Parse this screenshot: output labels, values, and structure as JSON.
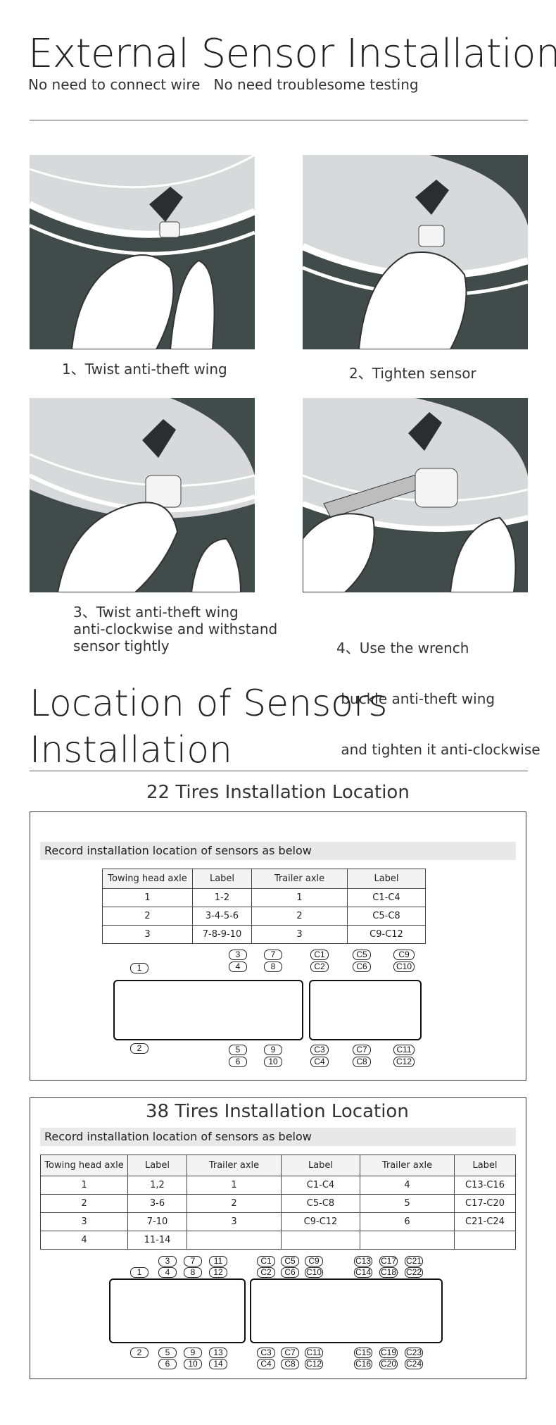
{
  "header": {
    "title": "External Sensor Installation",
    "subtitle": "No need to connect wire   No need troublesome testing"
  },
  "steps": [
    {
      "lines": [
        "1、Twist anti-theft wing"
      ]
    },
    {
      "lines": [
        "2、Tighten sensor"
      ]
    },
    {
      "lines": [
        "3、Twist anti-theft wing",
        "anti-clockwise and withstand",
        "sensor tightly"
      ]
    },
    {
      "lines": [
        "4、Use the wrench",
        " buckle anti-theft wing",
        " and tighten it anti-clockwise"
      ]
    }
  ],
  "location": {
    "title_line1": "Location of Sensors",
    "title_line2": "Installation"
  },
  "t22": {
    "heading": "22 Tires Installation Location",
    "note": "Record installation location of sensors as below",
    "headers": [
      "Towing head axle",
      "Label",
      "Trailer axle",
      "Label"
    ],
    "rows": [
      [
        "1",
        "1-2",
        "1",
        "C1-C4"
      ],
      [
        "2",
        "3-4-5-6",
        "2",
        "C5-C8"
      ],
      [
        "3",
        "7-8-9-10",
        "3",
        "C9-C12"
      ]
    ],
    "head_top": [
      "1"
    ],
    "head_top_pairs": [
      [
        "3",
        "4"
      ],
      [
        "7",
        "8"
      ]
    ],
    "trailer_top_pairs": [
      [
        "C1",
        "C2"
      ],
      [
        "C5",
        "C6"
      ],
      [
        "C9",
        "C10"
      ]
    ],
    "head_bottom": [
      "2"
    ],
    "head_bottom_pairs": [
      [
        "5",
        "6"
      ],
      [
        "9",
        "10"
      ]
    ],
    "trailer_bottom_pairs": [
      [
        "C3",
        "C4"
      ],
      [
        "C7",
        "C8"
      ],
      [
        "C11",
        "C12"
      ]
    ]
  },
  "t38": {
    "heading": "38 Tires Installation Location",
    "note": "Record installation location of sensors as below",
    "headers": [
      "Towing head axle",
      "Label",
      "Trailer axle",
      "Label",
      "Trailer axle",
      "Label"
    ],
    "rows": [
      [
        "1",
        "1,2",
        "1",
        "C1-C4",
        "4",
        "C13-C16"
      ],
      [
        "2",
        "3-6",
        "2",
        "C5-C8",
        "5",
        "C17-C20"
      ],
      [
        "3",
        "7-10",
        "3",
        "C9-C12",
        "6",
        "C21-C24"
      ],
      [
        "4",
        "11-14",
        "",
        "",
        "",
        ""
      ]
    ],
    "top_row1": [
      "3",
      "7",
      "11",
      "C1",
      "C5",
      "C9",
      "C13",
      "C17",
      "C21"
    ],
    "top_row2": [
      "1",
      "4",
      "8",
      "12",
      "C2",
      "C6",
      "C10",
      "C14",
      "C18",
      "C22"
    ],
    "bot_row1": [
      "2",
      "5",
      "9",
      "13",
      "C3",
      "C7",
      "C11",
      "C15",
      "C19",
      "C23"
    ],
    "bot_row2": [
      "6",
      "10",
      "14",
      "C4",
      "C8",
      "C12",
      "C16",
      "C20",
      "C24"
    ]
  }
}
